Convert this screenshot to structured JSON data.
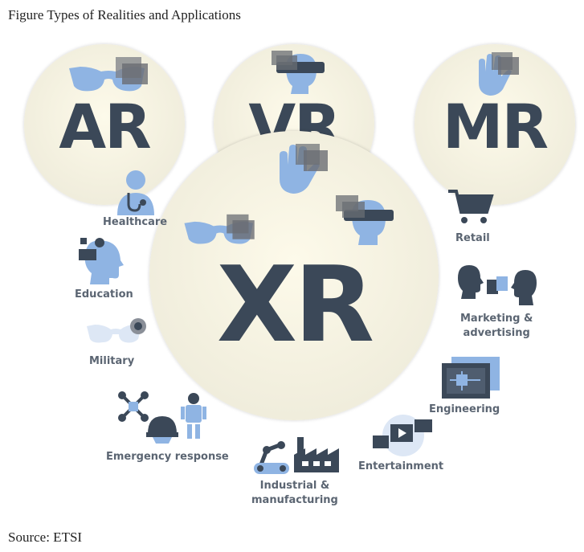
{
  "caption": {
    "title": "Figure Types of Realities and Applications",
    "source": "Source: ETSI"
  },
  "realities": {
    "ar": "AR",
    "vr": "VR",
    "mr": "MR",
    "xr": "XR"
  },
  "applications": {
    "healthcare": "Healthcare",
    "education": "Education",
    "military": "Military",
    "emergency": "Emergency response",
    "industrial_1": "Industrial &",
    "industrial_2": "manufacturing",
    "entertainment": "Entertainment",
    "engineering": "Engineering",
    "marketing_1": "Marketing &",
    "marketing_2": "advertising",
    "retail": "Retail"
  },
  "colors": {
    "dark": "#3b4858",
    "accent": "#8fb4e3",
    "circle": "#f3f0df"
  },
  "icons": [
    "glasses-icon",
    "vr-headset-icon",
    "hand-icon",
    "doctor-icon",
    "student-head-icon",
    "military-goggles-icon",
    "drone-icon",
    "helmet-icon",
    "robot-icon",
    "robot-arm-icon",
    "factory-icon",
    "media-icon",
    "circuit-screen-icon",
    "people-exchange-icon",
    "cart-icon"
  ]
}
